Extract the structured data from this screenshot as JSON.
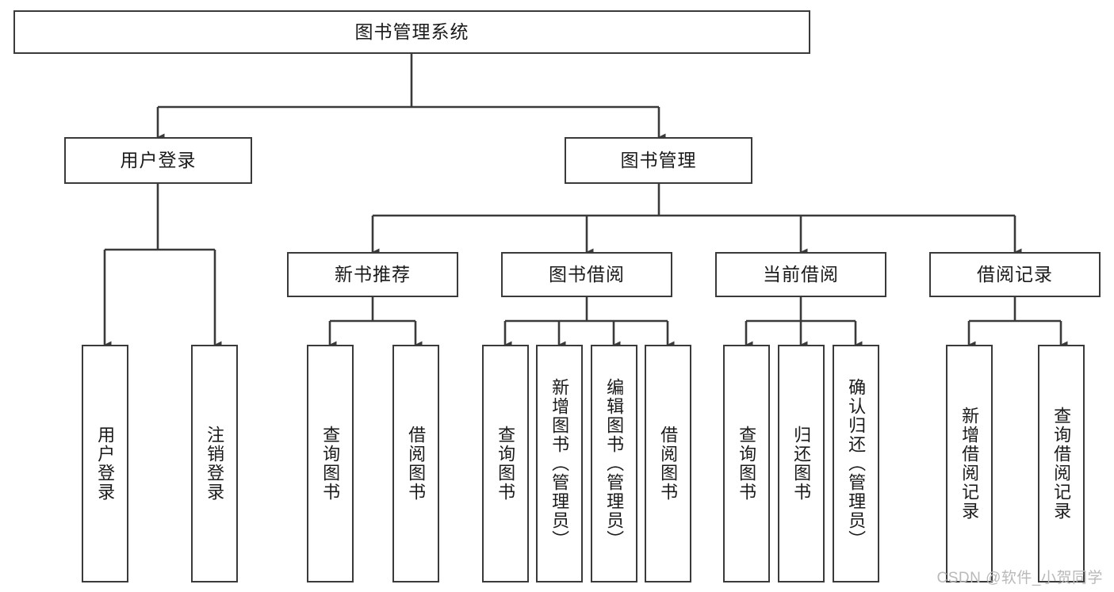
{
  "diagram": {
    "title": "图书管理系统",
    "type": "hierarchy-tree",
    "root": {
      "label": "图书管理系统"
    },
    "level2": [
      {
        "label": "用户登录"
      },
      {
        "label": "图书管理"
      }
    ],
    "level3": [
      {
        "label": "新书推荐"
      },
      {
        "label": "图书借阅"
      },
      {
        "label": "当前借阅"
      },
      {
        "label": "借阅记录"
      }
    ],
    "leaves": {
      "user_login": [
        {
          "label": "用户登录"
        },
        {
          "label": "注销登录"
        }
      ],
      "new_book_recommend": [
        {
          "label": "查询图书"
        },
        {
          "label": "借阅图书"
        }
      ],
      "book_borrow": [
        {
          "label": "查询图书"
        },
        {
          "label": "新增图书（管理员）"
        },
        {
          "label": "编辑图书（管理员）"
        },
        {
          "label": "借阅图书"
        }
      ],
      "current_borrow": [
        {
          "label": "查询图书"
        },
        {
          "label": "归还图书"
        },
        {
          "label": "确认归还（管理员）"
        }
      ],
      "borrow_record": [
        {
          "label": "新增借阅记录"
        },
        {
          "label": "查询借阅记录"
        }
      ]
    }
  },
  "watermark": {
    "text": "CSDN @软件_小贺同学"
  },
  "colors": {
    "box_border": "#3a3a3a",
    "box_fill": "#ffffff",
    "text": "#1a1a1a",
    "edge": "#3a3a3a",
    "watermark": "#b9b9b9",
    "background": "#ffffff"
  }
}
